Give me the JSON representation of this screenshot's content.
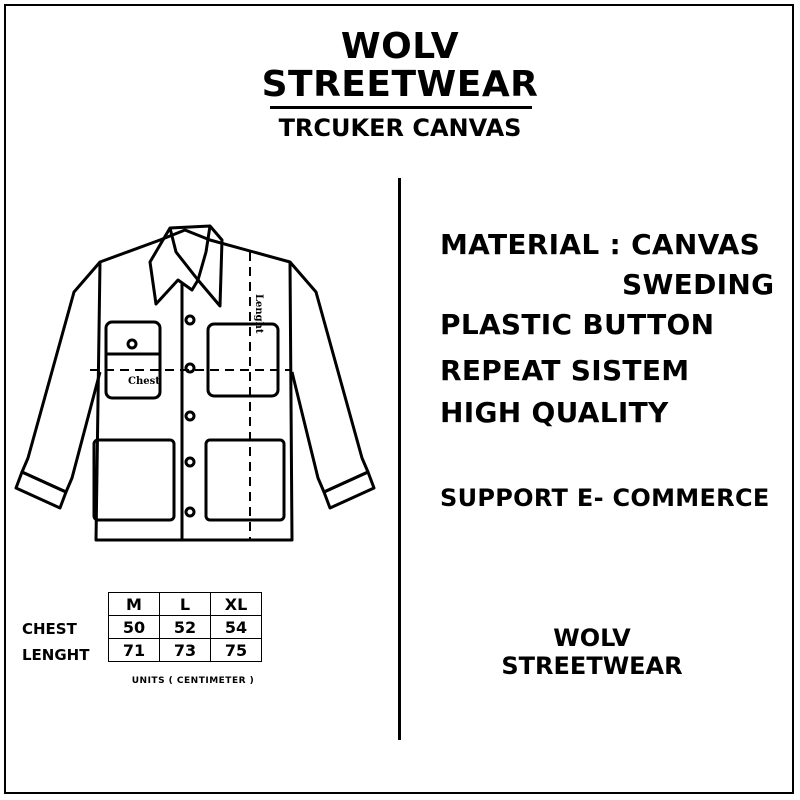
{
  "header": {
    "brand_line1": "WOLV",
    "brand_line2": "STREETWEAR",
    "product_name": "TRCUKER CANVAS"
  },
  "jacket_diagram": {
    "chest_label": "Chest",
    "length_label": "Lenght"
  },
  "specs": {
    "material_line1": "MATERIAL : CANVAS",
    "material_line2": "SWEDING",
    "button": "PLASTIC BUTTON",
    "system": "REPEAT SISTEM",
    "quality": "HIGH QUALITY",
    "support": "SUPPORT E- COMMERCE"
  },
  "size_table": {
    "sizes": [
      "M",
      "L",
      "XL"
    ],
    "rows": [
      {
        "label": "CHEST",
        "values": [
          "50",
          "52",
          "54"
        ]
      },
      {
        "label": "LENGHT",
        "values": [
          "71",
          "73",
          "75"
        ]
      }
    ],
    "units": "UNITS ( CENTIMETER )"
  },
  "footer": {
    "brand_line1": "WOLV",
    "brand_line2": "STREETWEAR"
  }
}
